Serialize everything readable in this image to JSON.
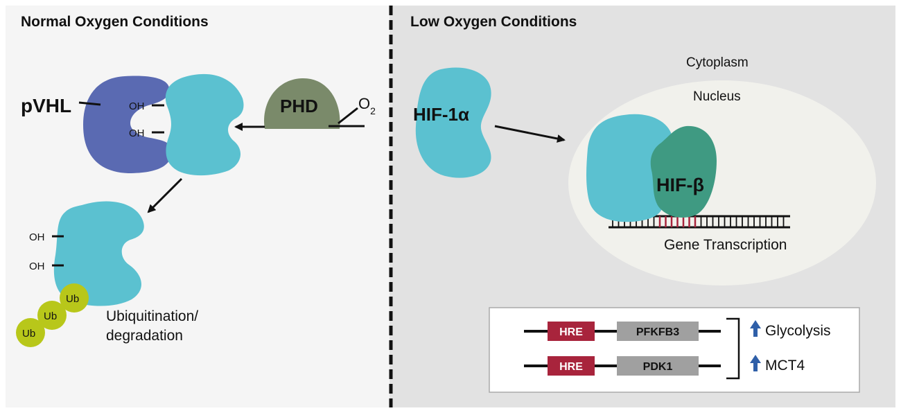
{
  "panels": {
    "left": {
      "title": "Normal Oxygen Conditions"
    },
    "right": {
      "title": "Low Oxygen Conditions"
    }
  },
  "labels": {
    "pvhl": "pVHL",
    "phd": "PHD",
    "o2_main": "O",
    "o2_sub": "2",
    "oh": "OH",
    "ub": "Ub",
    "ubiq_line1": "Ubiquitination/",
    "ubiq_line2": "degradation",
    "hif1a": "HIF-1α",
    "cytoplasm": "Cytoplasm",
    "nucleus": "Nucleus",
    "hif_beta": "HIF-β",
    "gene_transcription": "Gene Transcription"
  },
  "gene_box": {
    "rows": [
      {
        "element": "HRE",
        "gene": "PFKFB3",
        "effect": "Glycolysis"
      },
      {
        "element": "HRE",
        "gene": "PDK1",
        "effect": "MCT4"
      }
    ]
  },
  "colors": {
    "left_bg": "#f5f5f5",
    "right_bg": "#e2e2e2",
    "nucleus": "#f1f1ec",
    "hif_cyan": "#5bc1d0",
    "pvhl_blue": "#5a6ab2",
    "phd_green": "#7a8a6a",
    "hif_beta_green": "#3f9a82",
    "ub_yellow": "#b8c71a",
    "hre_red": "#a8243c",
    "gene_gray": "#a0a0a0",
    "arrow_blue": "#2f5fa8"
  }
}
